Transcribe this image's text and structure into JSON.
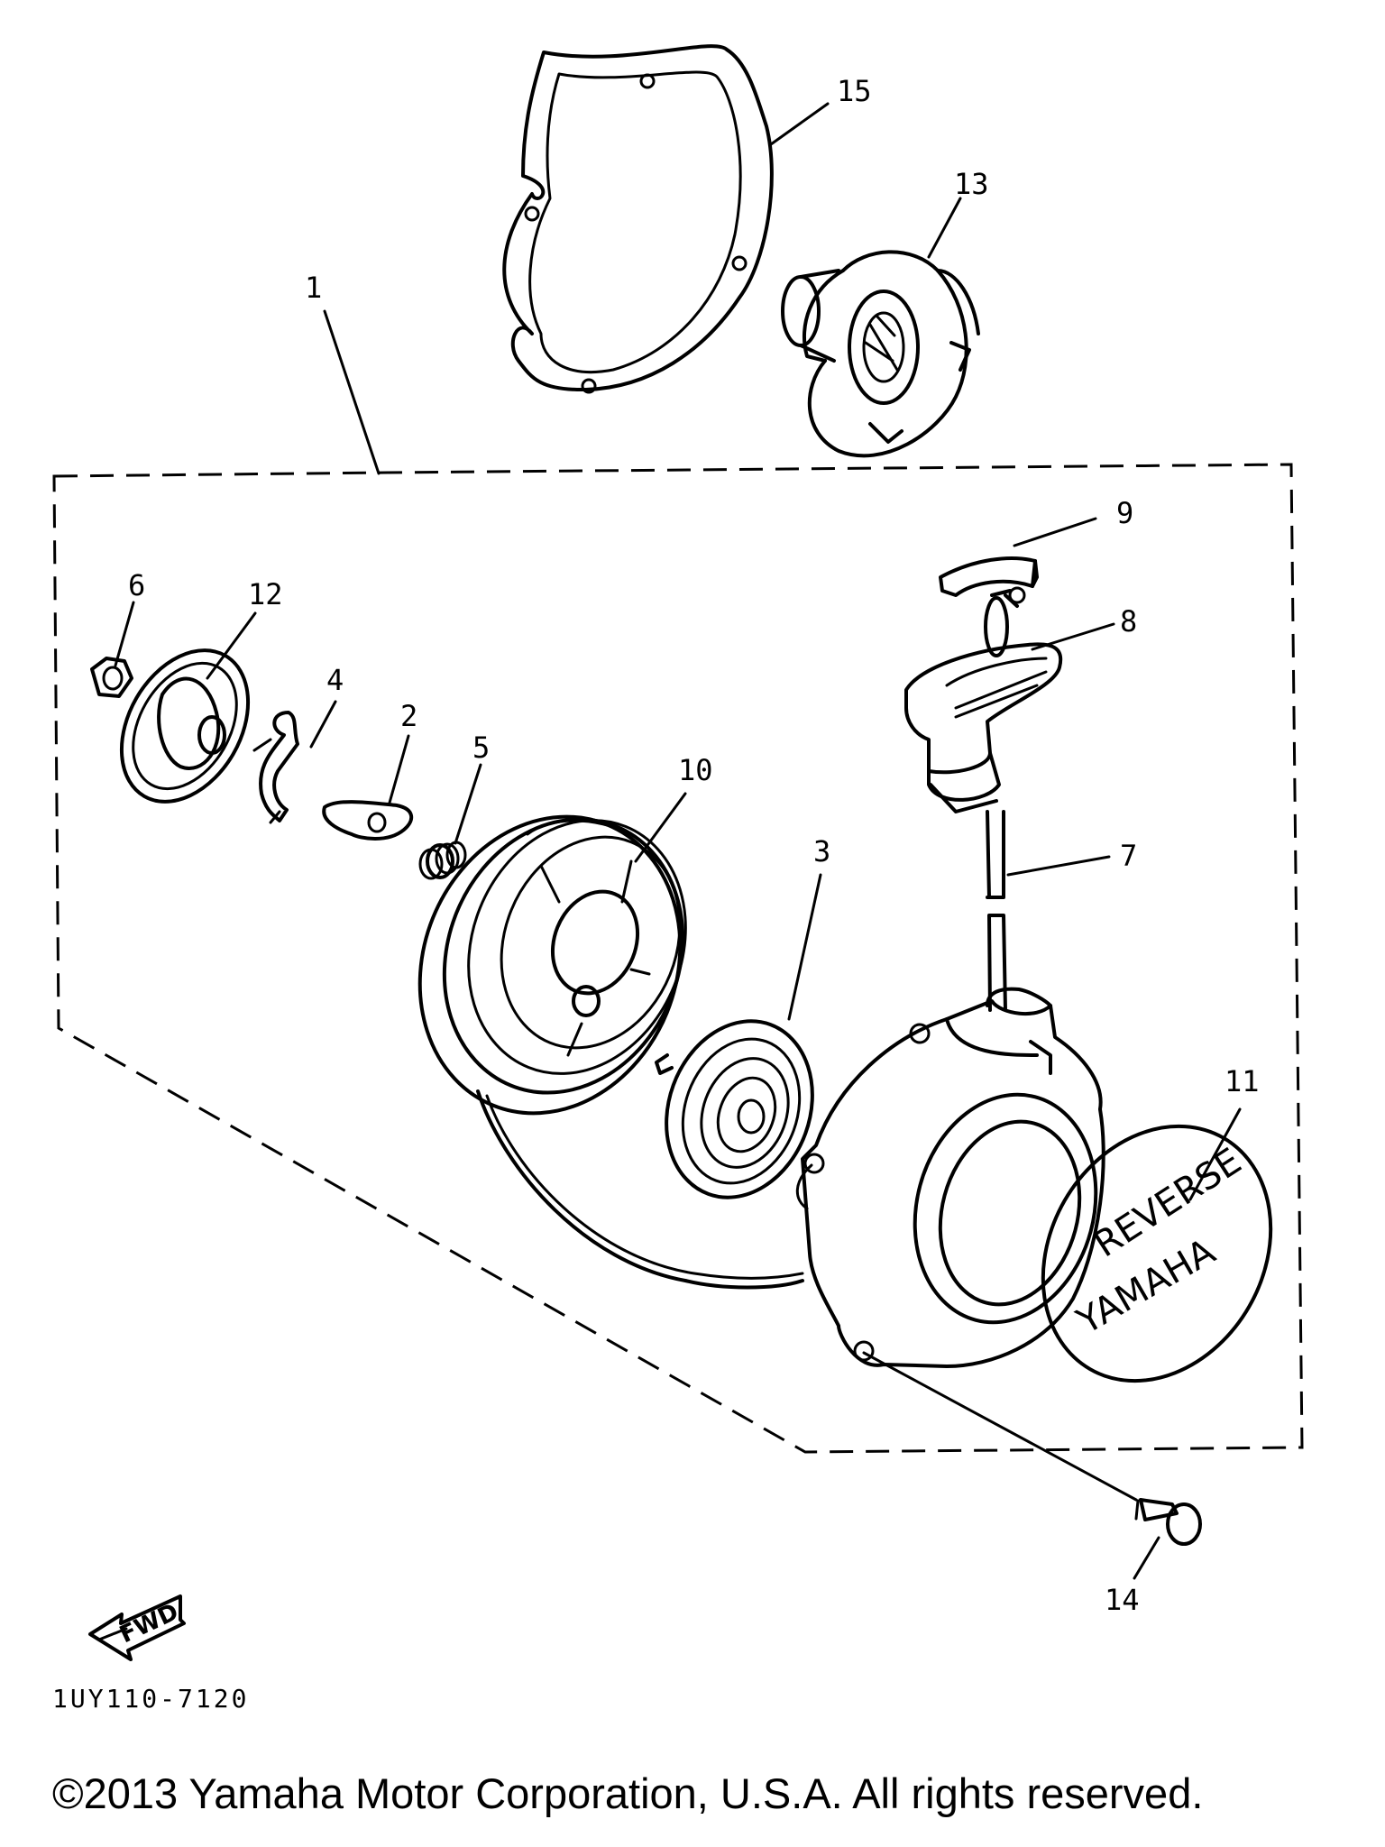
{
  "callouts": [
    {
      "id": "15",
      "label": "15"
    },
    {
      "id": "13",
      "label": "13"
    },
    {
      "id": "1",
      "label": "1"
    },
    {
      "id": "9",
      "label": "9"
    },
    {
      "id": "6",
      "label": "6"
    },
    {
      "id": "12",
      "label": "12"
    },
    {
      "id": "8",
      "label": "8"
    },
    {
      "id": "4",
      "label": "4"
    },
    {
      "id": "2",
      "label": "2"
    },
    {
      "id": "5",
      "label": "5"
    },
    {
      "id": "10",
      "label": "10"
    },
    {
      "id": "3",
      "label": "3"
    },
    {
      "id": "7",
      "label": "7"
    },
    {
      "id": "11",
      "label": "11"
    },
    {
      "id": "14",
      "label": "14"
    }
  ],
  "emblem": {
    "top_text": "REVERSE",
    "brand": "YAMAHA"
  },
  "fwd_arrow": {
    "text": "FWD"
  },
  "diagram_code": "1UY110-7120",
  "copyright": "©2013 Yamaha Motor Corporation, U.S.A. All rights reserved."
}
